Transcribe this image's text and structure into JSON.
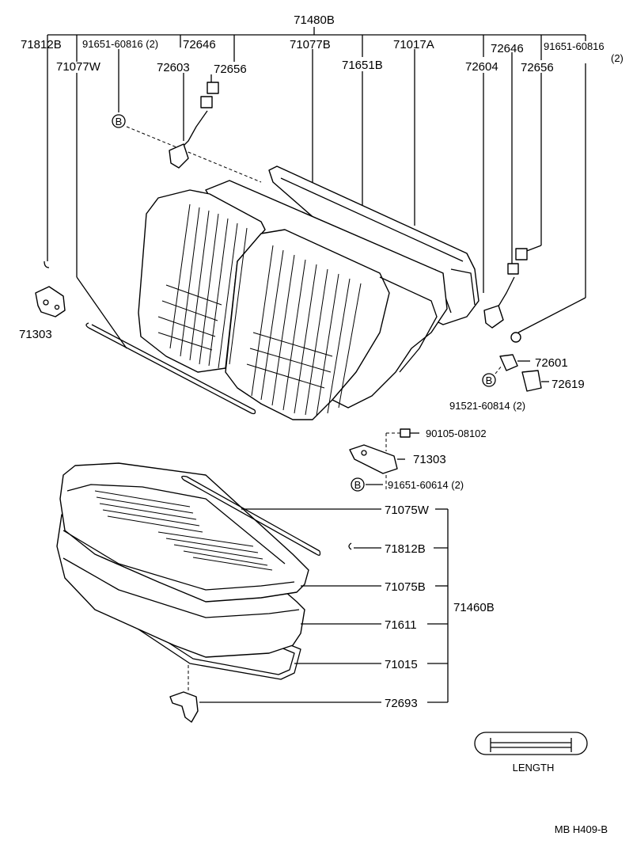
{
  "labels": {
    "backrest_assy": "71480B",
    "pad_71812b_top": "71812B",
    "clip_left_top": "91651-60816 (2)",
    "hinge_72646_left": "72646",
    "cover_71077b": "71077B",
    "frame_71017a": "71017A",
    "hinge_72646_right": "72646",
    "clip_right_top": "91651-60816",
    "clip_right_qty": "(2)",
    "cover_71077w": "71077W",
    "lock_72603": "72603",
    "knob_72656_left": "72656",
    "pad_71651b": "71651B",
    "lock_72604": "72604",
    "knob_72656_right": "72656",
    "bracket_71303_left": "71303",
    "striker_72601": "72601",
    "cover_72619": "72619",
    "bolt_91521": "91521-60814 (2)",
    "screw_90105": "90105-08102",
    "bracket_71303_right": "71303",
    "bolt_91651_60614": "91651-60614 (2)",
    "cover_71075w": "71075W",
    "pad_71812b_bottom": "71812B",
    "pad_71075b": "71075B",
    "cushion_assy": "71460B",
    "pad_71611": "71611",
    "frame_71015": "71015",
    "hook_72693": "72693",
    "length_caption": "LENGTH",
    "drawing_code": "MB H409-B",
    "ref_b": "B"
  }
}
